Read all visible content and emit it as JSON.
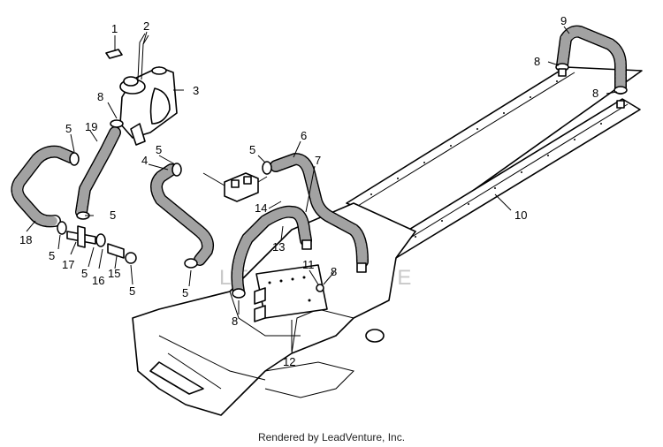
{
  "callouts": [
    {
      "id": "c1",
      "text": "1"
    },
    {
      "id": "c2",
      "text": "2"
    },
    {
      "id": "c3",
      "text": "3"
    },
    {
      "id": "c4",
      "text": "4"
    },
    {
      "id": "c5a",
      "text": "5"
    },
    {
      "id": "c5b",
      "text": "5"
    },
    {
      "id": "c5c",
      "text": "5"
    },
    {
      "id": "c5d",
      "text": "5"
    },
    {
      "id": "c5e",
      "text": "5"
    },
    {
      "id": "c5f",
      "text": "5"
    },
    {
      "id": "c5g",
      "text": "5"
    },
    {
      "id": "c5h",
      "text": "5"
    },
    {
      "id": "c6",
      "text": "6"
    },
    {
      "id": "c7",
      "text": "7"
    },
    {
      "id": "c8a",
      "text": "8"
    },
    {
      "id": "c8b",
      "text": "8"
    },
    {
      "id": "c8c",
      "text": "8"
    },
    {
      "id": "c8d",
      "text": "8"
    },
    {
      "id": "c8e",
      "text": "8"
    },
    {
      "id": "c9",
      "text": "9"
    },
    {
      "id": "c10",
      "text": "10"
    },
    {
      "id": "c11",
      "text": "11"
    },
    {
      "id": "c12",
      "text": "12"
    },
    {
      "id": "c13",
      "text": "13"
    },
    {
      "id": "c14",
      "text": "14"
    },
    {
      "id": "c15",
      "text": "15"
    },
    {
      "id": "c16",
      "text": "16"
    },
    {
      "id": "c17",
      "text": "17"
    },
    {
      "id": "c18",
      "text": "18"
    },
    {
      "id": "c19",
      "text": "19"
    }
  ],
  "watermark": "LEADVENTURE",
  "footer": "Rendered by LeadVenture, Inc."
}
